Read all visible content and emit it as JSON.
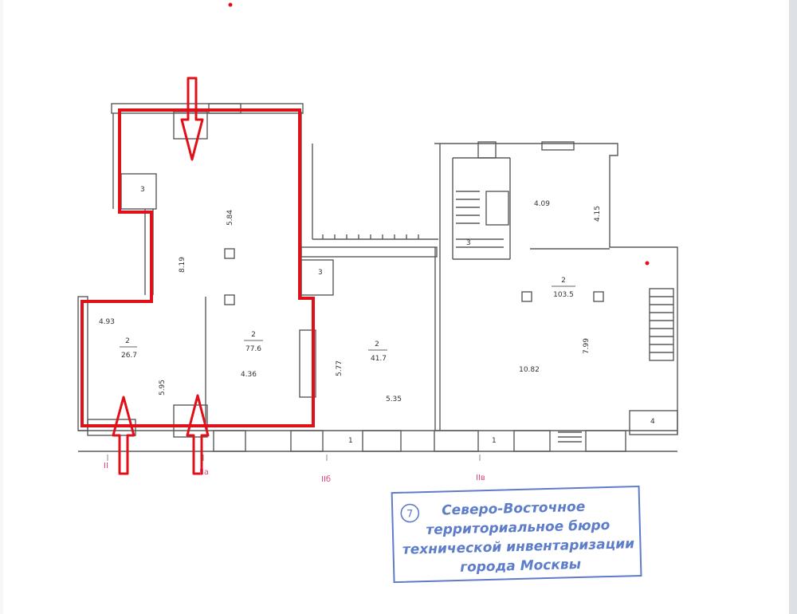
{
  "colors": {
    "paper": "#ffffff",
    "wall": "#5a5a5a",
    "highlight": "#e0101a",
    "axis": "#e0457a",
    "stamp": "#5d7dc9"
  },
  "rooms": [
    {
      "id": "room-2-26-7",
      "number": "2",
      "area": "26.7"
    },
    {
      "id": "room-2-77-6",
      "number": "2",
      "area": "77.6"
    },
    {
      "id": "room-2-41-7",
      "number": "2",
      "area": "41.7"
    },
    {
      "id": "room-2-103-5",
      "number": "2",
      "area": "103.5"
    }
  ],
  "small_rooms": [
    "3",
    "3",
    "3",
    "4",
    "1",
    "1"
  ],
  "dimensions": [
    "5.84",
    "8.19",
    "4.93",
    "5.95",
    "4.36",
    "5.77",
    "5.35",
    "4.09",
    "4.15",
    "7.99",
    "10.82"
  ],
  "axes": [
    "II",
    "IIa",
    "IIб",
    "IIв"
  ],
  "stamp": {
    "number": "7",
    "lines": [
      "Северо-Восточное",
      "территориальное бюро",
      "технической инвентаризации",
      "города Москвы"
    ]
  }
}
